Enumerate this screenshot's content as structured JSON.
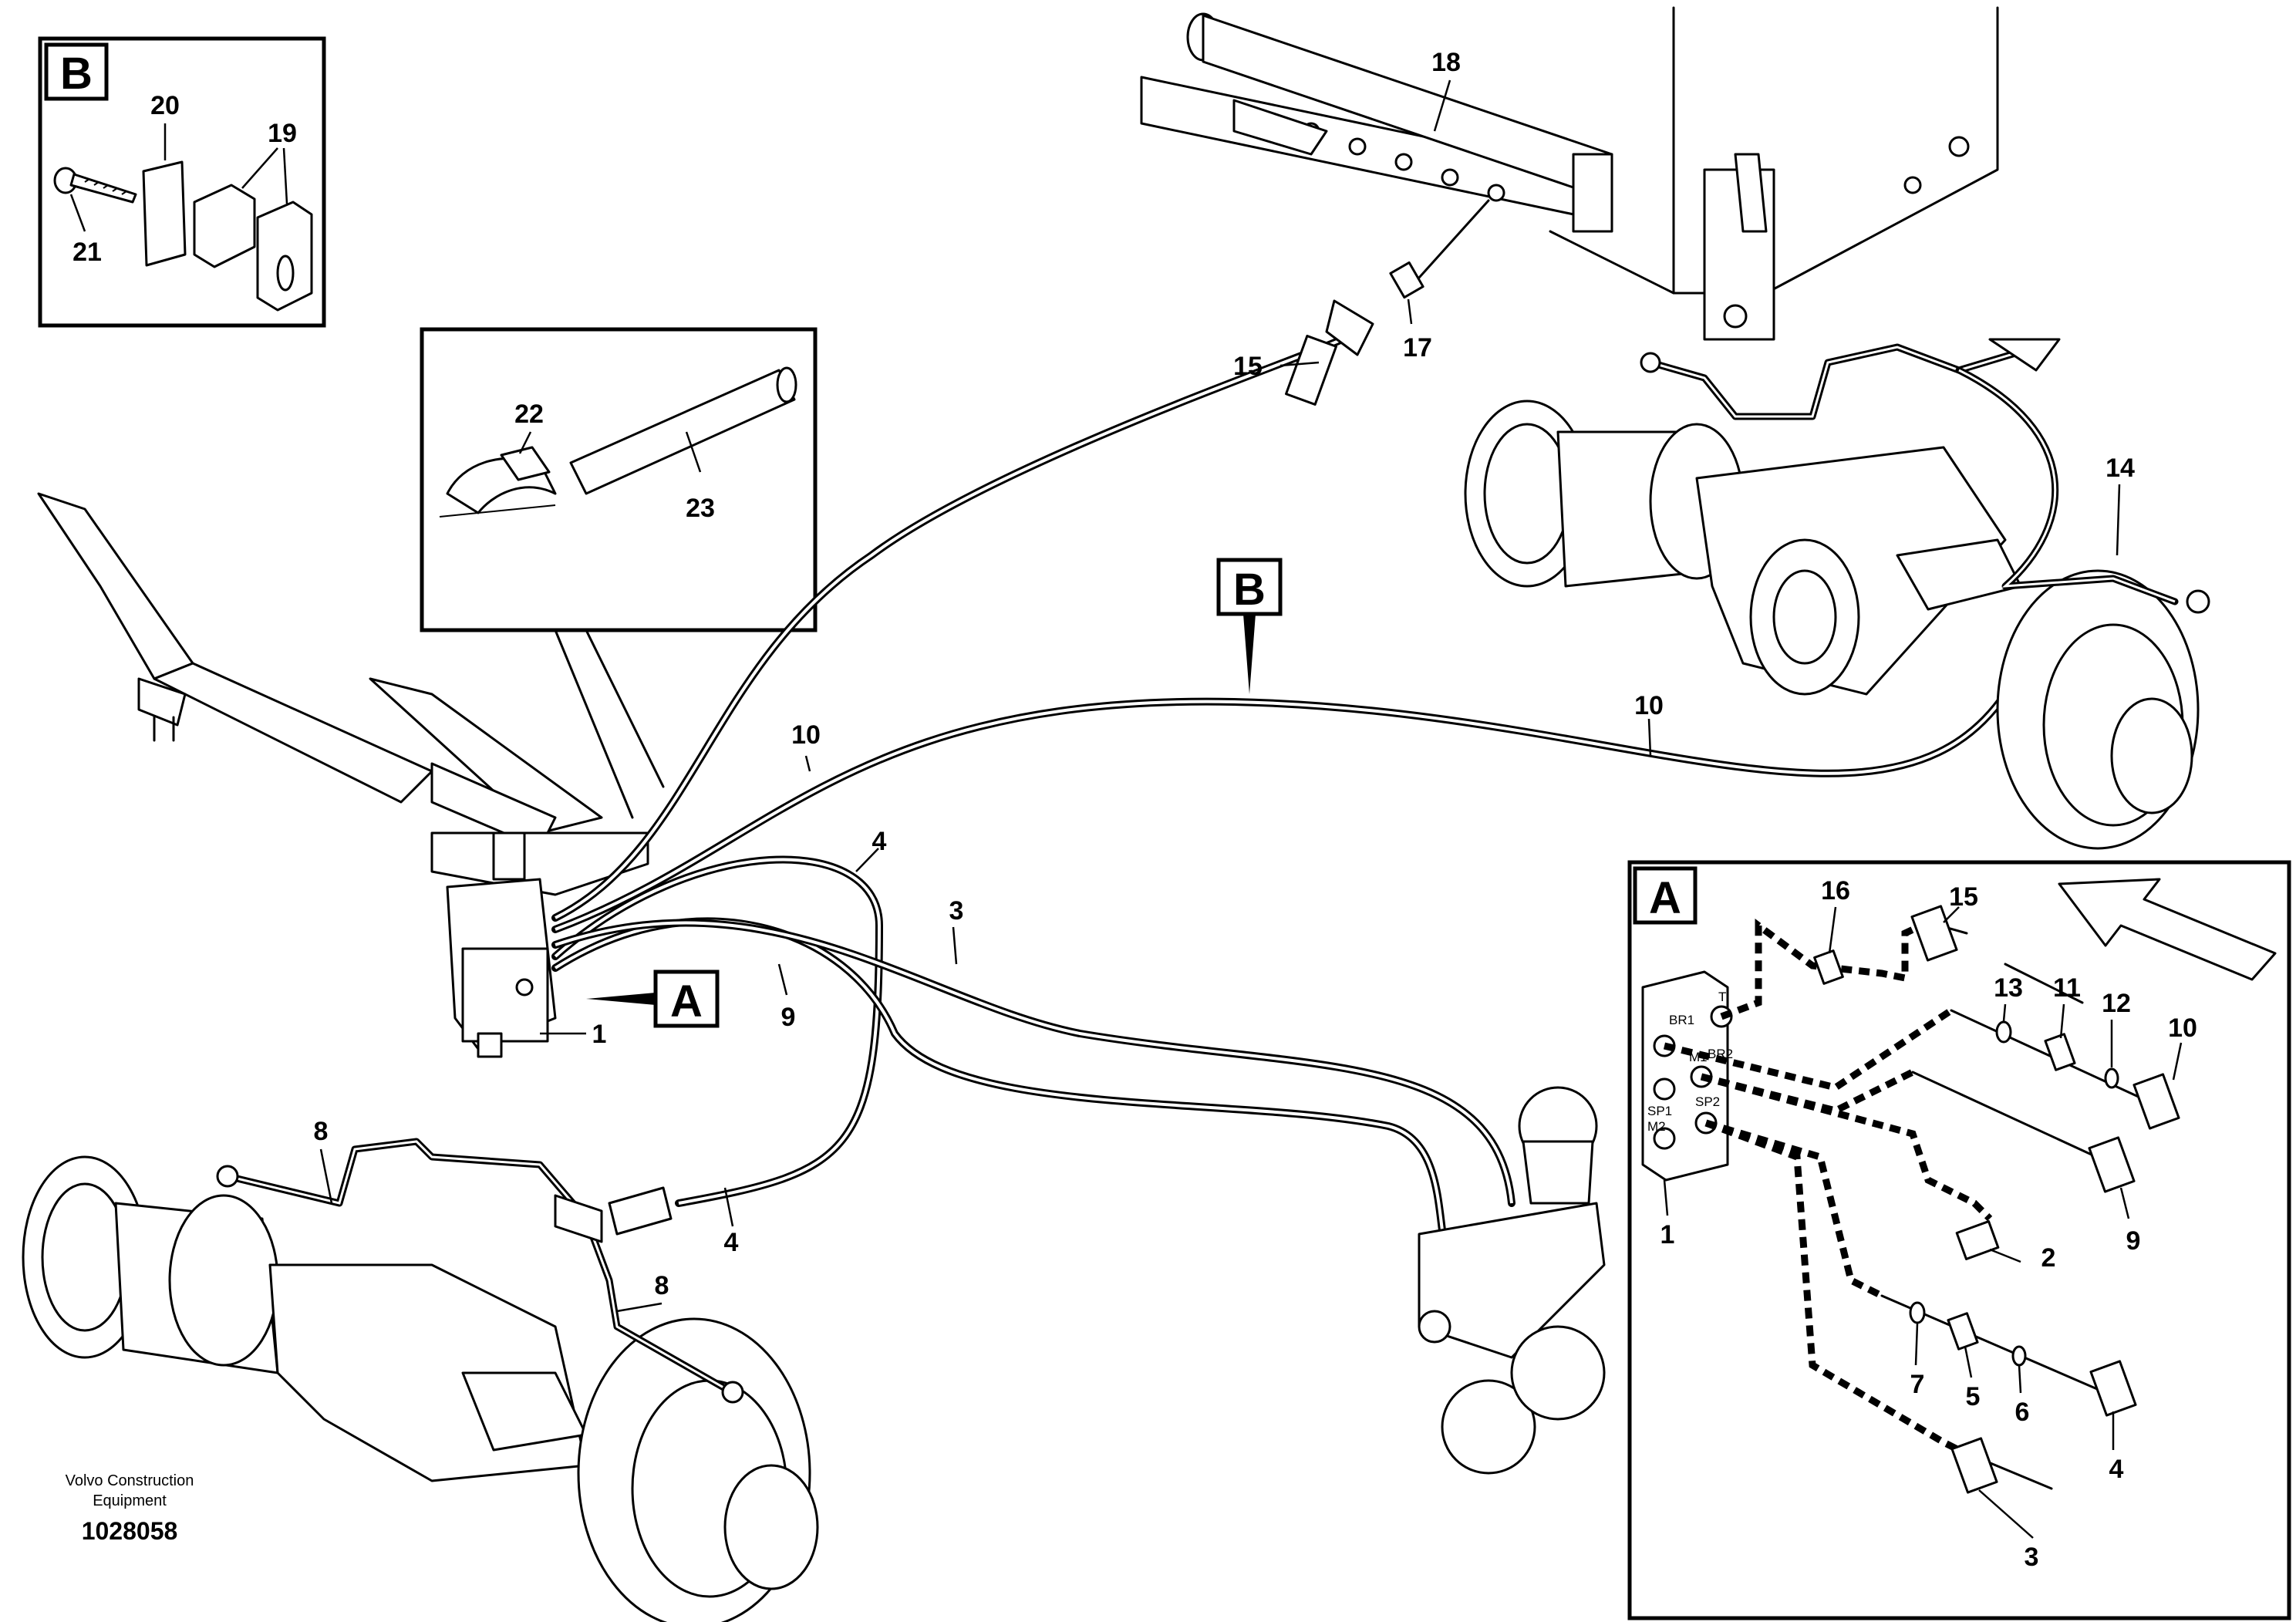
{
  "insets": {
    "B": {
      "letter": "B"
    },
    "A": {
      "letter": "A"
    },
    "pipe": {}
  },
  "markers": {
    "view_A": "A",
    "view_B": "B"
  },
  "port_labels": [
    "BR1",
    "T",
    "M1",
    "BR2",
    "SP1",
    "SP2",
    "M2"
  ],
  "callouts": {
    "c1": "1",
    "c2": "2",
    "c3": "3",
    "c4": "4",
    "c5": "5",
    "c6": "6",
    "c7": "7",
    "c8": "8",
    "c9": "9",
    "c10": "10",
    "c11": "11",
    "c12": "12",
    "c13": "13",
    "c14": "14",
    "c15": "15",
    "c16": "16",
    "c17": "17",
    "c18": "18",
    "c19": "19",
    "c20": "20",
    "c21": "21",
    "c22": "22",
    "c23": "23"
  },
  "caption": {
    "line1": "Volvo Construction",
    "line2": "Equipment",
    "doc_number": "1028058"
  }
}
